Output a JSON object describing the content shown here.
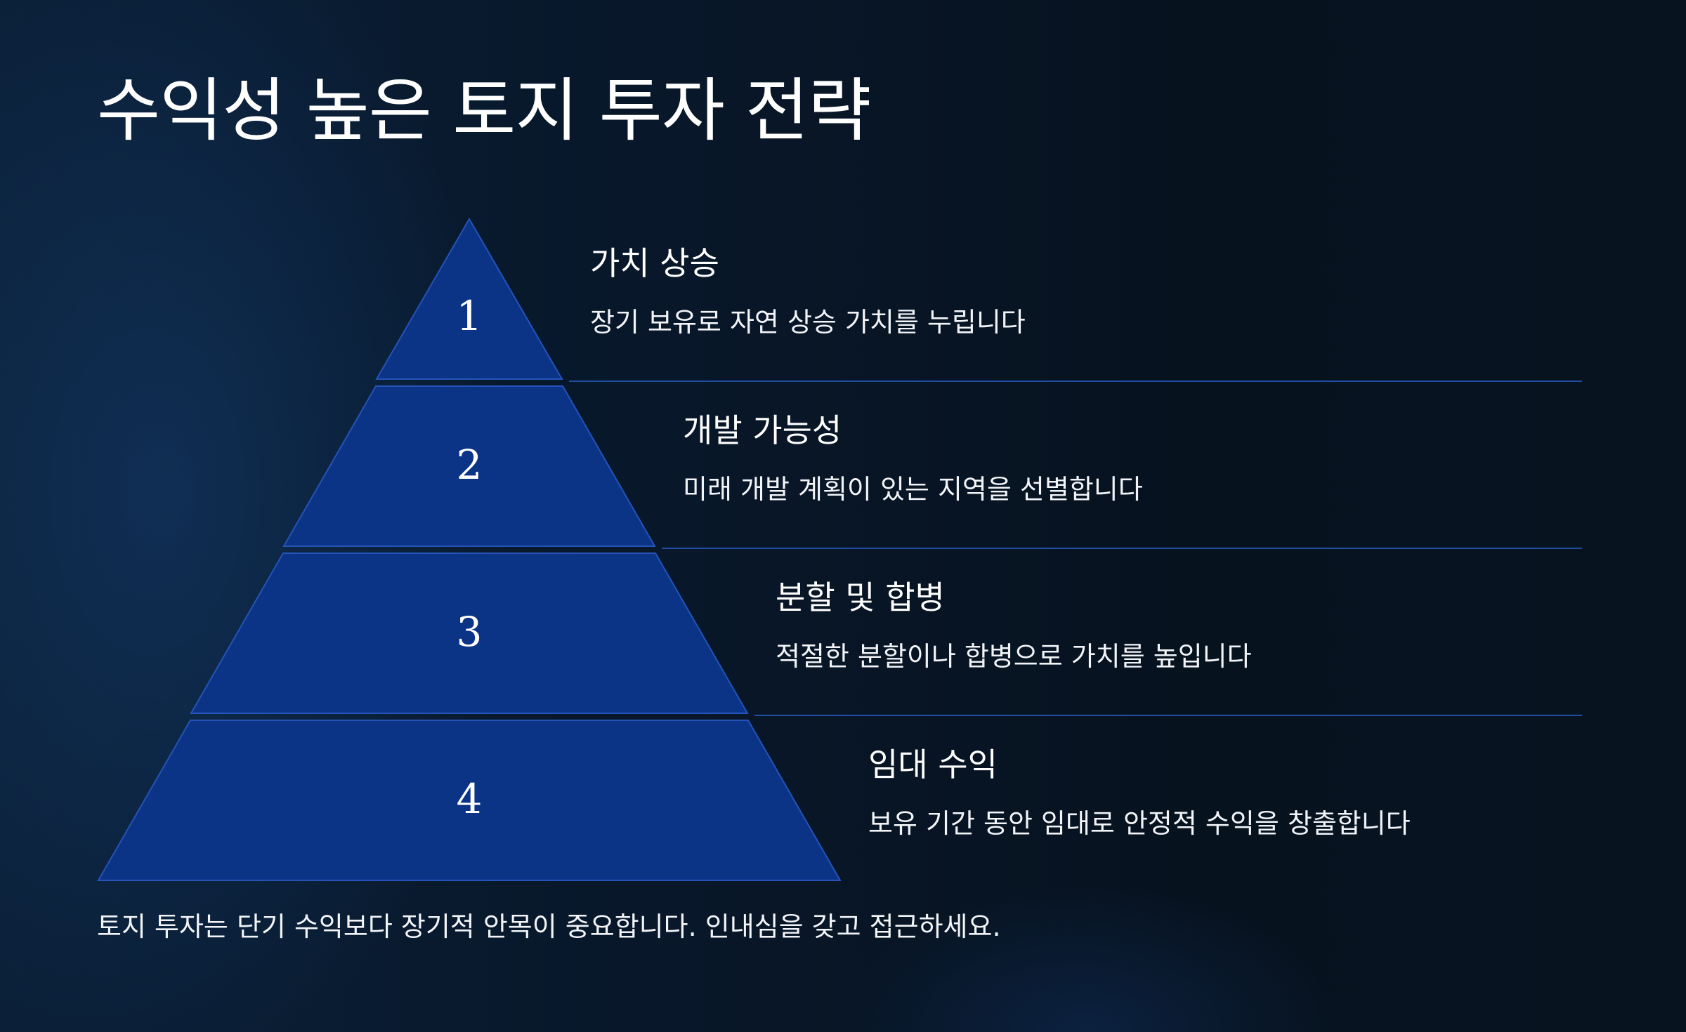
{
  "title": "수익성 높은 토지 투자 전략",
  "levels": [
    {
      "number": "1",
      "heading": "가치 상승",
      "description": "장기 보유로 자연 상승 가치를 누립니다"
    },
    {
      "number": "2",
      "heading": "개발 가능성",
      "description": "미래 개발 계획이 있는 지역을 선별합니다"
    },
    {
      "number": "3",
      "heading": "분할 및 합병",
      "description": "적절한 분할이나 합병으로 가치를 높입니다"
    },
    {
      "number": "4",
      "heading": "임대 수익",
      "description": "보유 기간 동안 임대로 안정적 수익을 창출합니다"
    }
  ],
  "footer": "토지 투자는 단기 수익보다 장기적 안목이 중요합니다. 인내심을 갖고 접근하세요.",
  "colors": {
    "pyramid_fill": "#0b3487",
    "pyramid_stroke": "#2553b8",
    "divider": "#1f4ea0"
  }
}
